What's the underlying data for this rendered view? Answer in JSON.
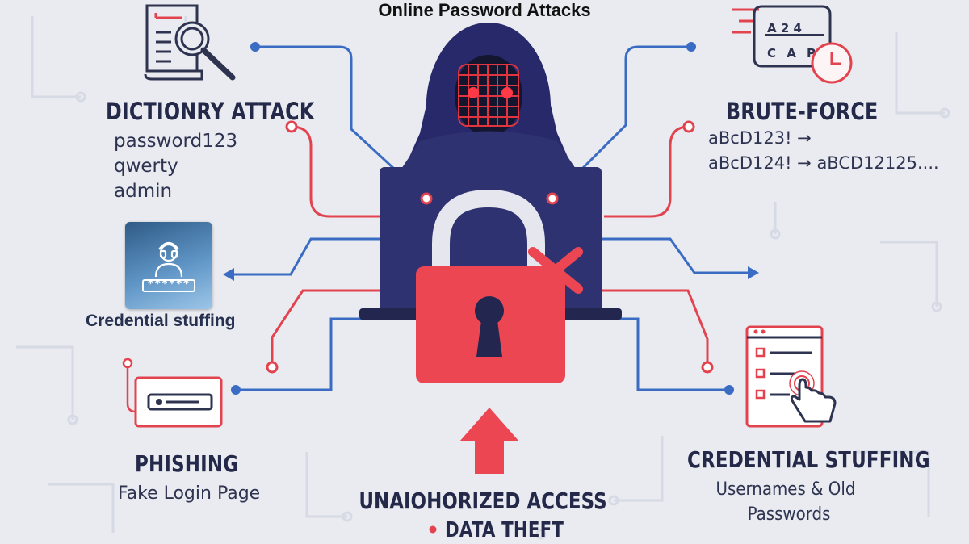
{
  "title": "Online Password Attacks",
  "dictionary": {
    "heading": "DICTIONRY ATTACK",
    "words": [
      "password123",
      "qwerty",
      "admin"
    ]
  },
  "brute_force": {
    "heading": "BRUTE-FORCE",
    "line1": "aBcD123! →",
    "line2": "aBcD124! → aBCD12125...."
  },
  "captcha": {
    "top": "A 2 4",
    "bottom": "C A P"
  },
  "credential_card": {
    "mask": "******",
    "label": "Credential stuffing"
  },
  "phishing": {
    "heading": "PHISHING",
    "subtitle": "Fake Login Page"
  },
  "stuffing": {
    "heading": "CREDENTIAL STUFFING",
    "line1": "Usernames & Old",
    "line2": "Passwords"
  },
  "outcome": {
    "line1": "UNAIOHORIZED ACCESS",
    "line2": "DATA THEFT"
  },
  "colors": {
    "navy": "#2f3270",
    "blue_line": "#3a6cc4",
    "red_line": "#e3434f",
    "lock_red": "#ec4652",
    "text_dark": "#24294a",
    "background": "#e9ebf1"
  },
  "icons": [
    "book-magnifier-icon",
    "captcha-clock-icon",
    "hacker-hood-icon",
    "laptop-icon",
    "padlock-icon",
    "phishing-form-icon",
    "click-form-icon",
    "user-icon",
    "up-arrow-icon"
  ]
}
